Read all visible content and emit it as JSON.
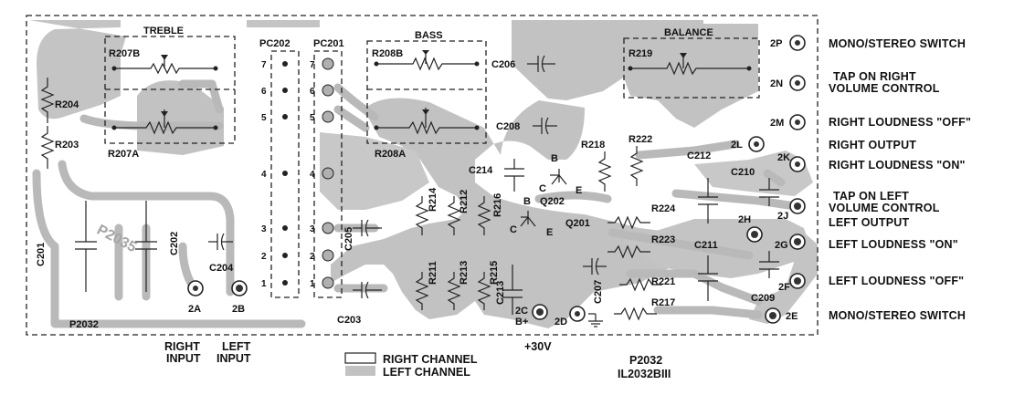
{
  "header": {
    "treble": "TREBLE",
    "bass": "BASS",
    "balance": "BALANCE",
    "pc202": "PC202",
    "pc201": "PC201"
  },
  "components": {
    "r207b": "R207B",
    "r207a": "R207A",
    "r208b": "R208B",
    "r208a": "R208A",
    "r219": "R219",
    "r204": "R204",
    "r203": "R203",
    "c201": "C201",
    "c202": "C202",
    "c204": "C204",
    "c205": "C205",
    "c203": "C203",
    "c206": "C206",
    "c208": "C208",
    "c214": "C214",
    "r216": "R216",
    "r214": "R214",
    "r212": "R212",
    "r211": "R211",
    "r213": "R213",
    "r215": "R215",
    "c213": "C213",
    "r218": "R218",
    "r222": "R222",
    "q202": "Q202",
    "q201": "Q201",
    "r224": "R224",
    "r223": "R223",
    "r221": "R221",
    "r217": "R217",
    "c207": "C207",
    "c212": "C212",
    "c211": "C211",
    "c210": "C210",
    "c209": "C209",
    "b1": "B",
    "c1": "C",
    "e1": "E",
    "b2": "B",
    "c2": "C",
    "e2": "E",
    "board_id": "P2032",
    "logo": "P2035"
  },
  "pin_numbers": {
    "p7a": "7",
    "p6a": "6",
    "p5a": "5",
    "p4a": "4",
    "p3a": "3",
    "p2a": "2",
    "p1a": "1",
    "p7b": "7",
    "p6b": "6",
    "p5b": "5",
    "p4b": "4",
    "p3b": "3",
    "p2b": "2",
    "p1b": "1"
  },
  "terminals": {
    "t2a": "2A",
    "t2b": "2B",
    "t2c": "2C",
    "t2c_b": "B+",
    "t2d": "2D",
    "t2e": "2E",
    "t2f": "2F",
    "t2g": "2G",
    "t2h": "2H",
    "t2j": "2J",
    "t2k": "2K",
    "t2l": "2L",
    "t2m": "2M",
    "t2n": "2N",
    "t2p": "2P"
  },
  "side_labels": {
    "mono_stereo_top": "MONO/STEREO SWITCH",
    "tap_right_1": "TAP ON RIGHT",
    "tap_right_2": "VOLUME CONTROL",
    "right_loud_off": "RIGHT LOUDNESS \"OFF\"",
    "right_output": "RIGHT OUTPUT",
    "right_loud_on": "RIGHT LOUDNESS \"ON\"",
    "tap_left_1": "TAP ON LEFT",
    "tap_left_2": "VOLUME CONTROL",
    "left_output": "LEFT OUTPUT",
    "left_loud_on": "LEFT LOUDNESS \"ON\"",
    "left_loud_off": "LEFT LOUDNESS \"OFF\"",
    "mono_stereo_bottom": "MONO/STEREO SWITCH"
  },
  "bottom": {
    "right_input_1": "RIGHT",
    "right_input_2": "INPUT",
    "left_input_1": "LEFT",
    "left_input_2": "INPUT",
    "legend_right": "RIGHT CHANNEL",
    "legend_left": "LEFT CHANNEL",
    "voltage": "+30V",
    "part_1": "P2032",
    "part_2": "IL2032BIII"
  }
}
